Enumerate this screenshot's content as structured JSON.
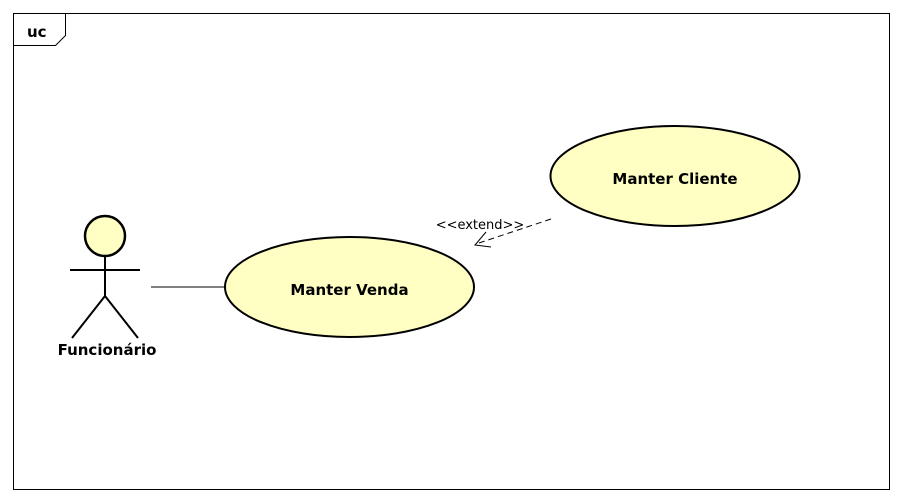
{
  "frame": {
    "label": "uc"
  },
  "actor": {
    "name": "Funcionário"
  },
  "use_cases": {
    "manter_venda": "Manter Venda",
    "manter_cliente": "Manter Cliente"
  },
  "relations": {
    "extend_label": "<<extend>>"
  },
  "colors": {
    "use_case_fill": "#ffffc4",
    "stroke": "#000000",
    "background": "#ffffff"
  }
}
